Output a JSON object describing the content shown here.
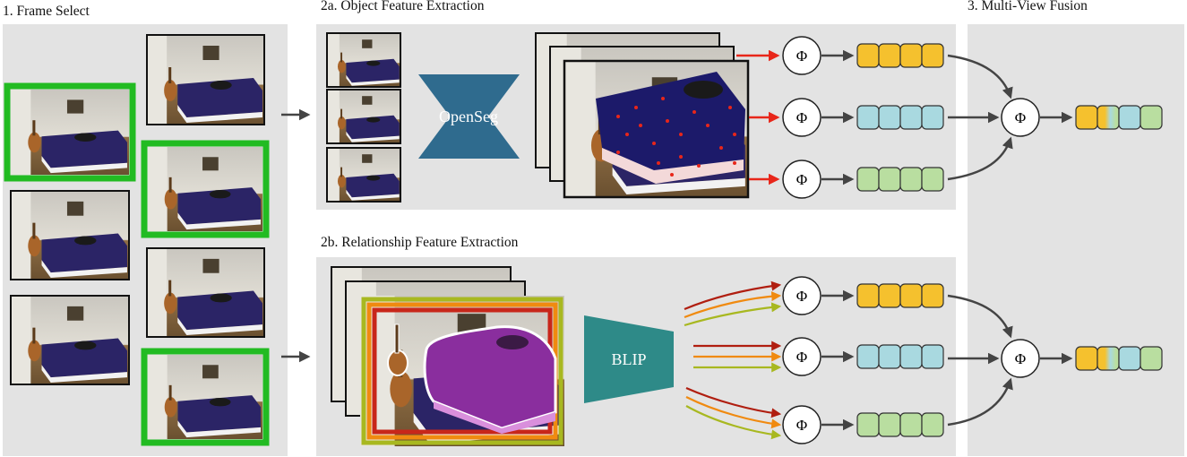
{
  "sections": {
    "frame_select": "1. Frame Select",
    "object_feature": "2a. Object Feature Extraction",
    "relationship_feature": "2b. Relationship Feature Extraction",
    "multi_view_fusion": "3. Multi-View Fusion"
  },
  "models": {
    "opensegm": "OpenSeg",
    "blip": "BLIP"
  },
  "phi_symbol": "Φ",
  "colors": {
    "panel_bg": "#e3e3e3",
    "selected_frame": "#22bb22",
    "opensegm": "#2f6b8e",
    "blip": "#2e8a88",
    "feat_yellow": "#f5c12e",
    "feat_blue": "#a9d9e0",
    "feat_green": "#b9dea0",
    "arrow_red": "#e8261a",
    "arrow_dark_red": "#b01e10",
    "arrow_orange": "#f08a10",
    "arrow_olive": "#a8b820"
  },
  "frames": [
    {
      "selected": true
    },
    {
      "selected": false
    },
    {
      "selected": false
    },
    {
      "selected": false
    },
    {
      "selected": true
    },
    {
      "selected": false
    },
    {
      "selected": true
    }
  ]
}
